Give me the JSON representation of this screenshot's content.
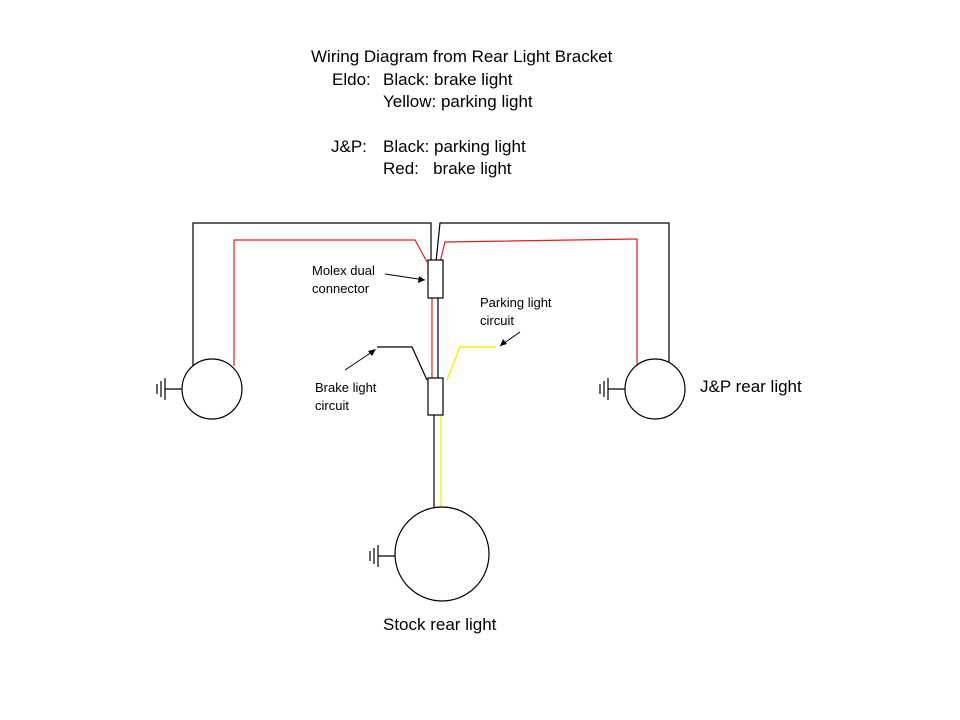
{
  "heading": {
    "title": "Wiring Diagram from Rear Light Bracket",
    "eldo_label": "Eldo:",
    "eldo_black": "Black: brake light",
    "eldo_yellow": "Yellow: parking light",
    "jp_label": "J&P:",
    "jp_black": "Black: parking light",
    "jp_red": "Red:   brake light"
  },
  "annotations": {
    "molex_line1": "Molex dual",
    "molex_line2": "connector",
    "parking_line1": "Parking light",
    "parking_line2": "circuit",
    "brake_line1": "Brake light",
    "brake_line2": "circuit"
  },
  "lights": {
    "jp_rear": "J&P rear light",
    "stock_rear": "Stock rear light"
  },
  "colors": {
    "black_wire": "#000000",
    "red_wire": "#e0201c",
    "yellow_wire": "#f4f000"
  }
}
